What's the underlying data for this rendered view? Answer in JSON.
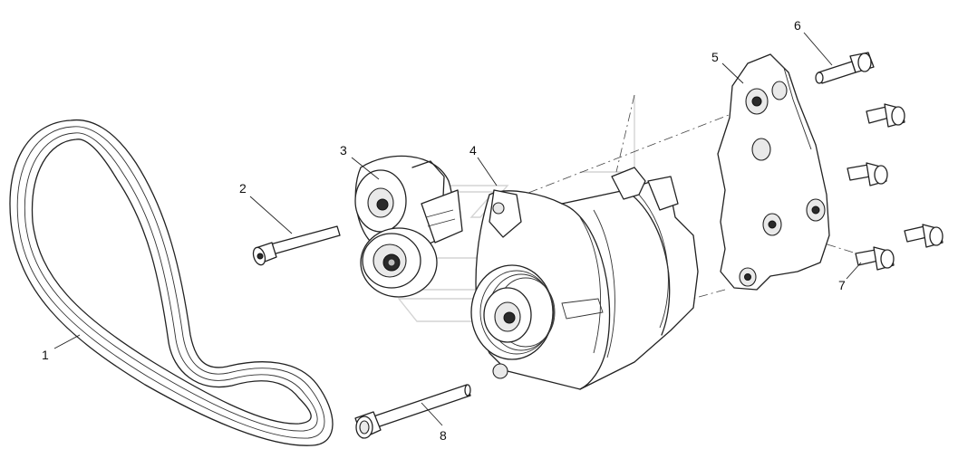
{
  "callouts": [
    {
      "id": "belt",
      "label": "1"
    },
    {
      "id": "tensioner-bolt",
      "label": "2"
    },
    {
      "id": "belt-tensioner",
      "label": "3"
    },
    {
      "id": "alternator",
      "label": "4"
    },
    {
      "id": "bracket",
      "label": "5"
    },
    {
      "id": "bracket-bolt-long",
      "label": "6"
    },
    {
      "id": "bracket-bolts",
      "label": "7"
    },
    {
      "id": "alternator-bolt",
      "label": "8"
    }
  ]
}
